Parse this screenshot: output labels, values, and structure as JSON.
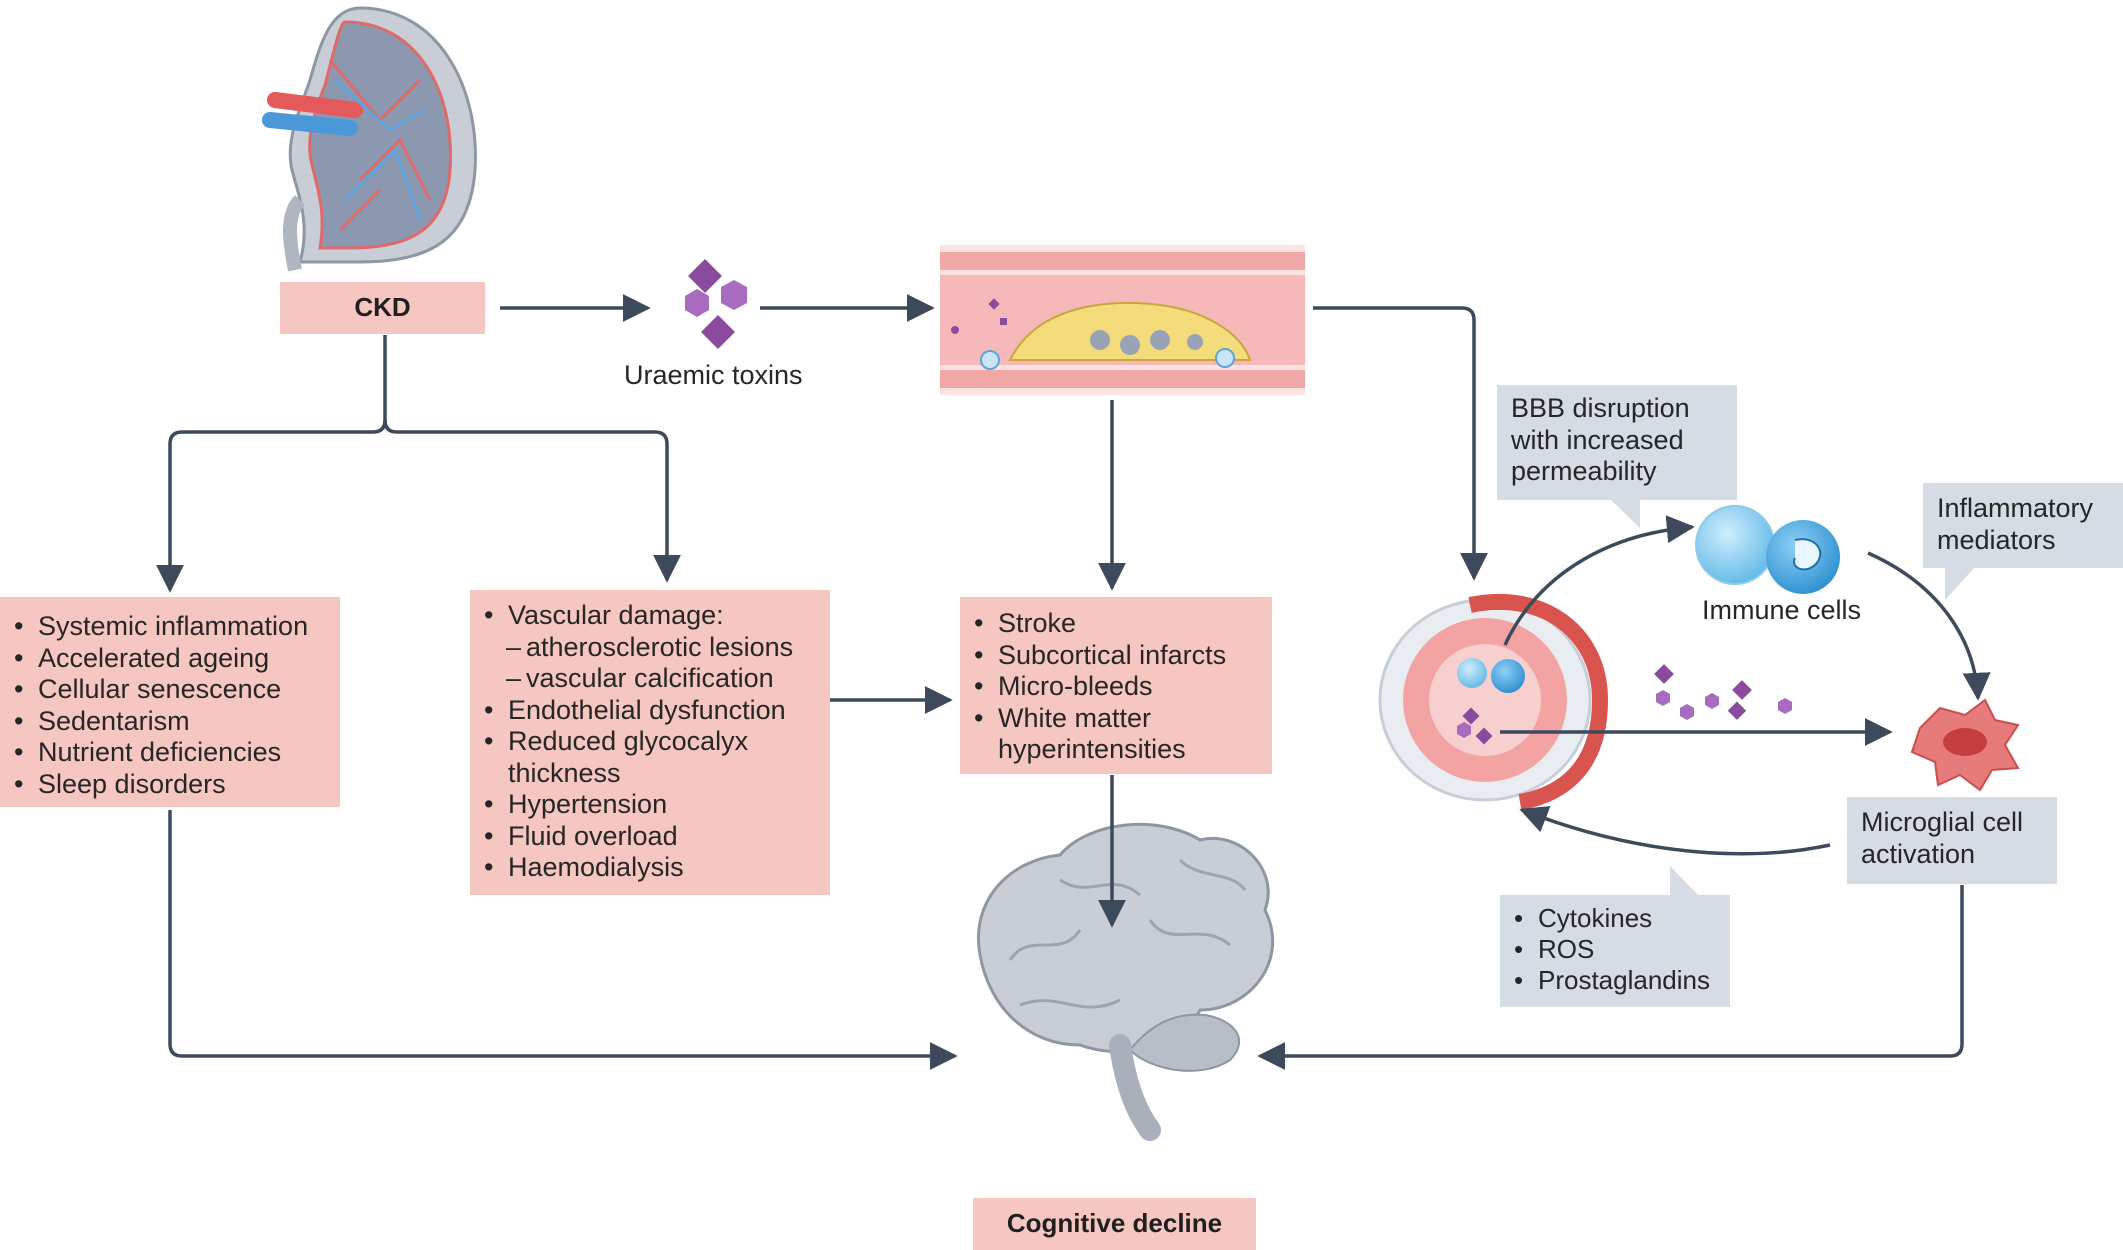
{
  "ckd": {
    "title": "CKD"
  },
  "toxins": {
    "label": "Uraemic toxins"
  },
  "systemic": {
    "items": [
      "Systemic inflammation",
      "Accelerated ageing",
      "Cellular senescence",
      "Sedentarism",
      "Nutrient deficiencies",
      "Sleep disorders"
    ]
  },
  "vascular": {
    "header": "Vascular damage:",
    "sub_items": [
      "atherosclerotic lesions",
      "vascular calcification"
    ],
    "items": [
      "Endothelial dysfunction",
      "Reduced glycocalyx",
      "Hypertension",
      "Fluid overload",
      "Haemodialysis"
    ],
    "continuation": "thickness"
  },
  "cerebro": {
    "items": [
      "Stroke",
      "Subcortical infarcts",
      "Micro-bleeds",
      "White matter"
    ],
    "continuation": "hyperintensities"
  },
  "bbb": {
    "lines": [
      "BBB disruption",
      "with increased",
      "permeability"
    ]
  },
  "inflam": {
    "lines": [
      "Inflammatory",
      "mediators"
    ]
  },
  "immune": {
    "label": "Immune cells"
  },
  "microglia": {
    "lines": [
      "Microglial cell",
      "activation"
    ]
  },
  "cytokines": {
    "items": [
      "Cytokines",
      "ROS",
      "Prostaglandins"
    ]
  },
  "outcome": {
    "title": "Cognitive decline"
  },
  "colors": {
    "pink_box": "#f6c6c1",
    "grey_box": "#d5dce3",
    "arrow": "#3c4a5c",
    "toxin": "#8a4a9e",
    "vessel": "#e88a8a"
  }
}
